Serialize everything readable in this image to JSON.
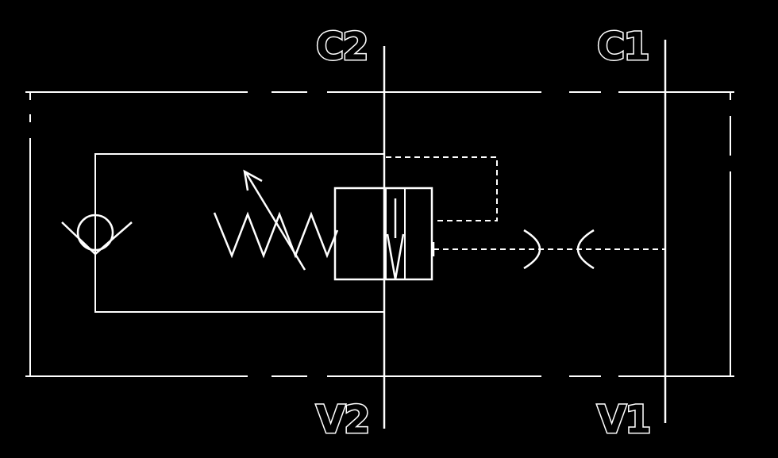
{
  "ports": {
    "c2": "C2",
    "c1": "C1",
    "v2": "V2",
    "v1": "V1"
  },
  "colors": {
    "background": "#000000",
    "line": "#ffffff"
  },
  "symbols": {
    "check_valve": "check-valve-symbol",
    "adjustable_spring": "adjustable-spring-symbol",
    "valve_spool": "valve-spool-symbol",
    "orifice": "orifice-restrictor-symbol"
  }
}
